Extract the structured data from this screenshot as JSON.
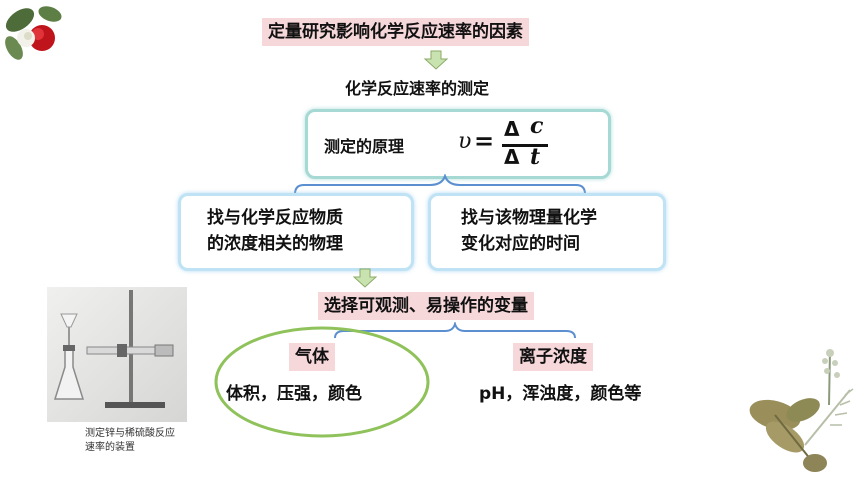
{
  "title": "定量研究影响化学反应速率的因素",
  "subtitle": "化学反应速率的测定",
  "principle": {
    "label": "测定的原理",
    "v": "υ",
    "eq": "=",
    "num_delta": "Δ",
    "num_var": "c",
    "den_delta": "Δ",
    "den_var": "t"
  },
  "left_box": {
    "line1": "找与化学反应物质",
    "line2": "的浓度相关的物理"
  },
  "right_box": {
    "line1": "找与该物理量化学",
    "line2": "变化对应的时间"
  },
  "choose_label": "选择可观测、易操作的变量",
  "gas": {
    "title": "气体",
    "items": "体积，压强，颜色"
  },
  "ion": {
    "title": "离子浓度",
    "items": "pH，浑浊度，颜色等"
  },
  "photo_caption": {
    "line1": "测定锌与稀硫酸反应",
    "line2": "速率的装置"
  },
  "colors": {
    "pink": "#f6d7da",
    "teal_border": "#a6d9d4",
    "blue_border": "#bfe3f5",
    "green_ellipse": "#8fc25a",
    "arrow_fill": "#c9e3b0",
    "arrow_stroke": "#8aaa66",
    "brace": "#5b8fd0"
  }
}
